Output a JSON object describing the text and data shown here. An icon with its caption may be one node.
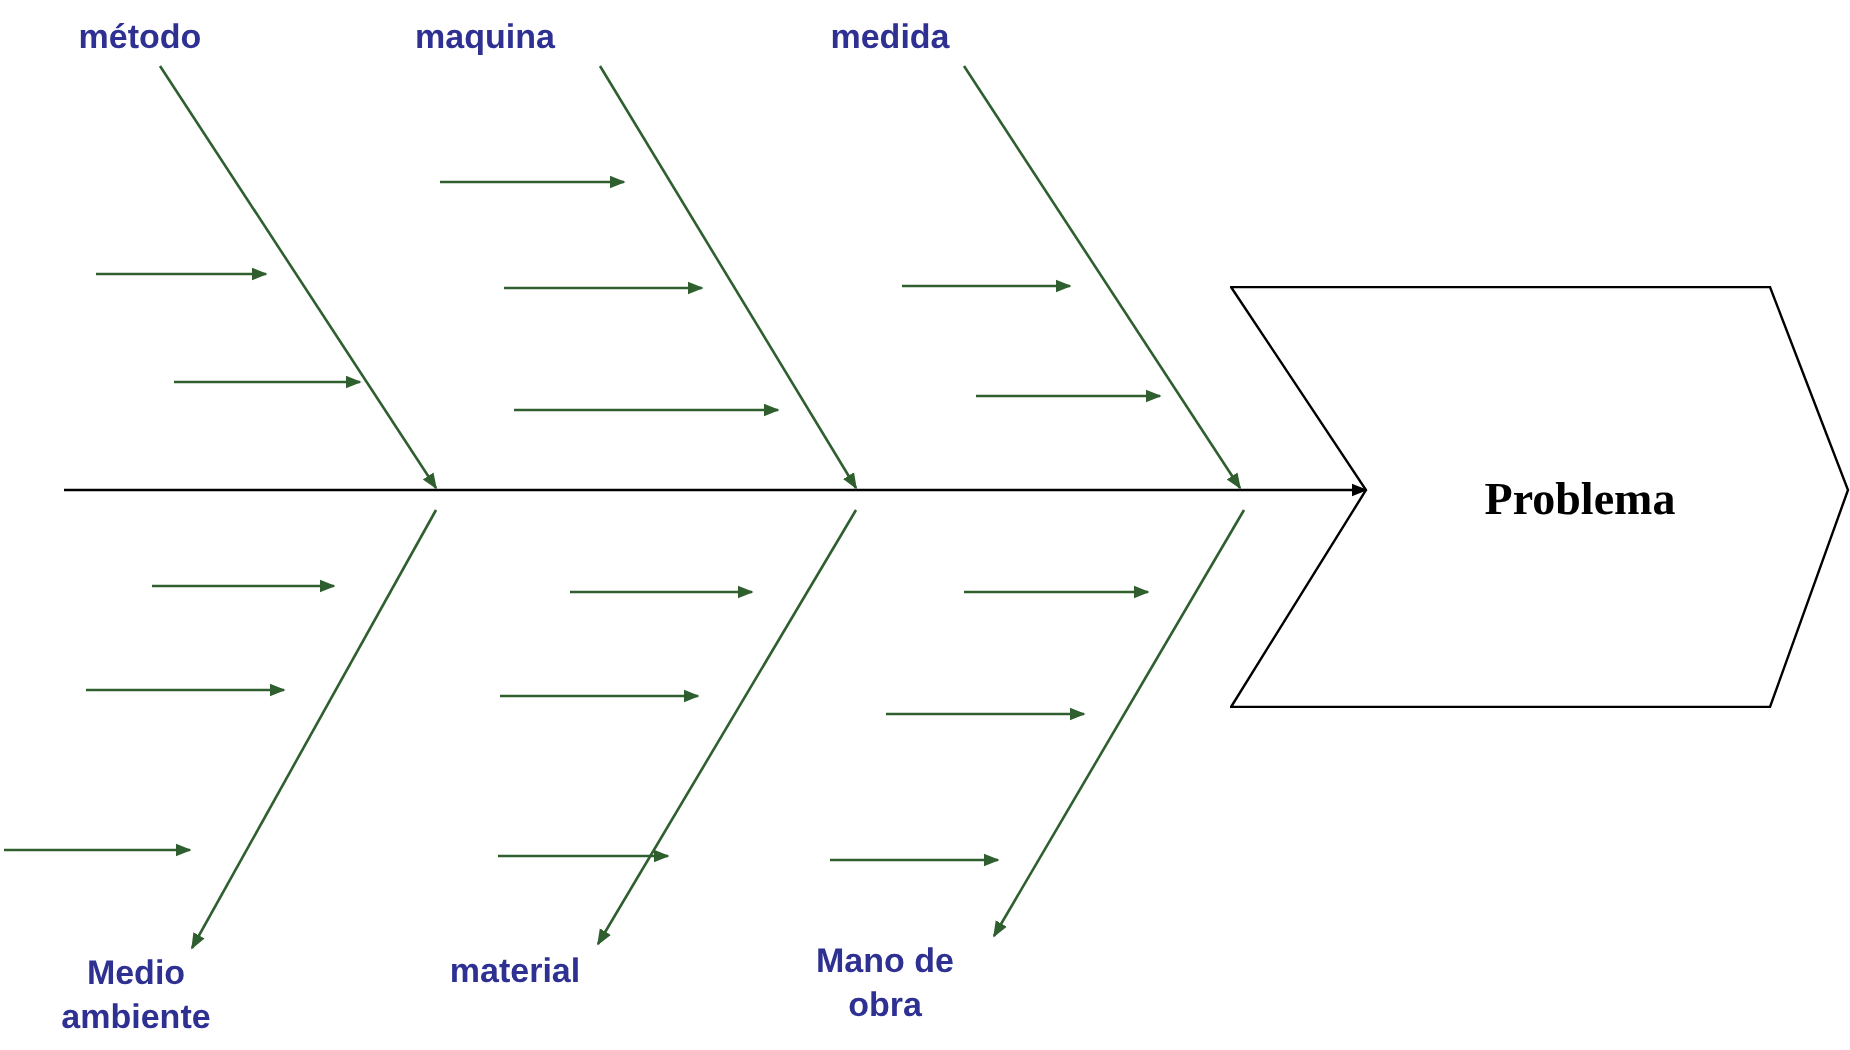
{
  "diagram": {
    "nodes": [
      {
        "text": [
          "método"
        ]
      },
      {
        "text": [
          "maquina"
        ]
      },
      {
        "text": [
          "medida"
        ]
      },
      {
        "text": [
          "Problema"
        ]
      },
      {
        "text": [
          "Medio ambiente"
        ]
      },
      {
        "text": [
          "material"
        ]
      },
      {
        "text": [
          "Mano de obra"
        ]
      }
    ],
    "edges": [
      {
        "from": 0,
        "to": null,
        "arrow": "to"
      },
      {
        "from": 1,
        "to": null,
        "arrow": "to"
      },
      {
        "from": 2,
        "to": null,
        "arrow": "to"
      },
      {
        "from": null,
        "to": 4,
        "arrow": "to"
      },
      {
        "from": null,
        "to": 5,
        "arrow": "to"
      },
      {
        "from": null,
        "to": 6,
        "arrow": "to"
      },
      {
        "from": null,
        "to": 3,
        "arrow": "to",
        "color": "#000000"
      }
    ]
  }
}
